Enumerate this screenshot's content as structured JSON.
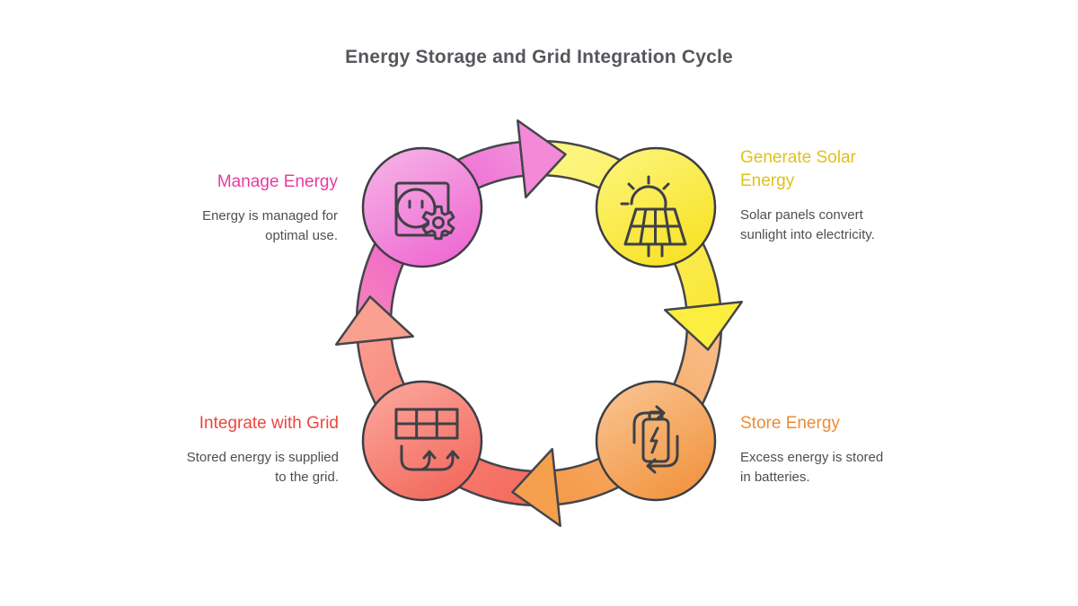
{
  "title": "Energy Storage and Grid Integration Cycle",
  "diagram_type": "circular-cycle",
  "steps": [
    {
      "id": "generate-solar-energy",
      "label": "Generate Solar Energy",
      "description": "Solar panels convert sunlight into electricity.",
      "label_color": "#dfc11f",
      "node_color_top": "#fcf477",
      "node_color_bottom": "#f8e122",
      "icon": "solar-panel-icon",
      "position": "top-right"
    },
    {
      "id": "store-energy",
      "label": "Store Energy",
      "description": "Excess energy is stored in batteries.",
      "label_color": "#ee8b33",
      "node_color_top": "#f9c28f",
      "node_color_bottom": "#f1943e",
      "icon": "battery-cycle-icon",
      "position": "bottom-right"
    },
    {
      "id": "integrate-with-grid",
      "label": "Integrate with Grid",
      "description": "Stored energy is supplied to the grid.",
      "label_color": "#ee453e",
      "node_color_top": "#fba59c",
      "node_color_bottom": "#f3675b",
      "icon": "grid-flow-icon",
      "position": "bottom-left"
    },
    {
      "id": "manage-energy",
      "label": "Manage Energy",
      "description": "Energy is managed for optimal use.",
      "label_color": "#e73c9e",
      "node_color_top": "#f6b0e6",
      "node_color_bottom": "#ee67d1",
      "icon": "plug-gear-icon",
      "position": "top-left"
    }
  ],
  "flow_direction": "clockwise",
  "colors": {
    "background": "#ffffff",
    "outline": "#45464b",
    "icon_stroke": "#3f4146",
    "title_text": "#56575c",
    "description_text": "#4d4f54",
    "arrow_pink": "#f489d8",
    "arrow_yellow": "#fcee3e",
    "arrow_orange": "#f5a04c",
    "arrow_salmon": "#faa091"
  }
}
